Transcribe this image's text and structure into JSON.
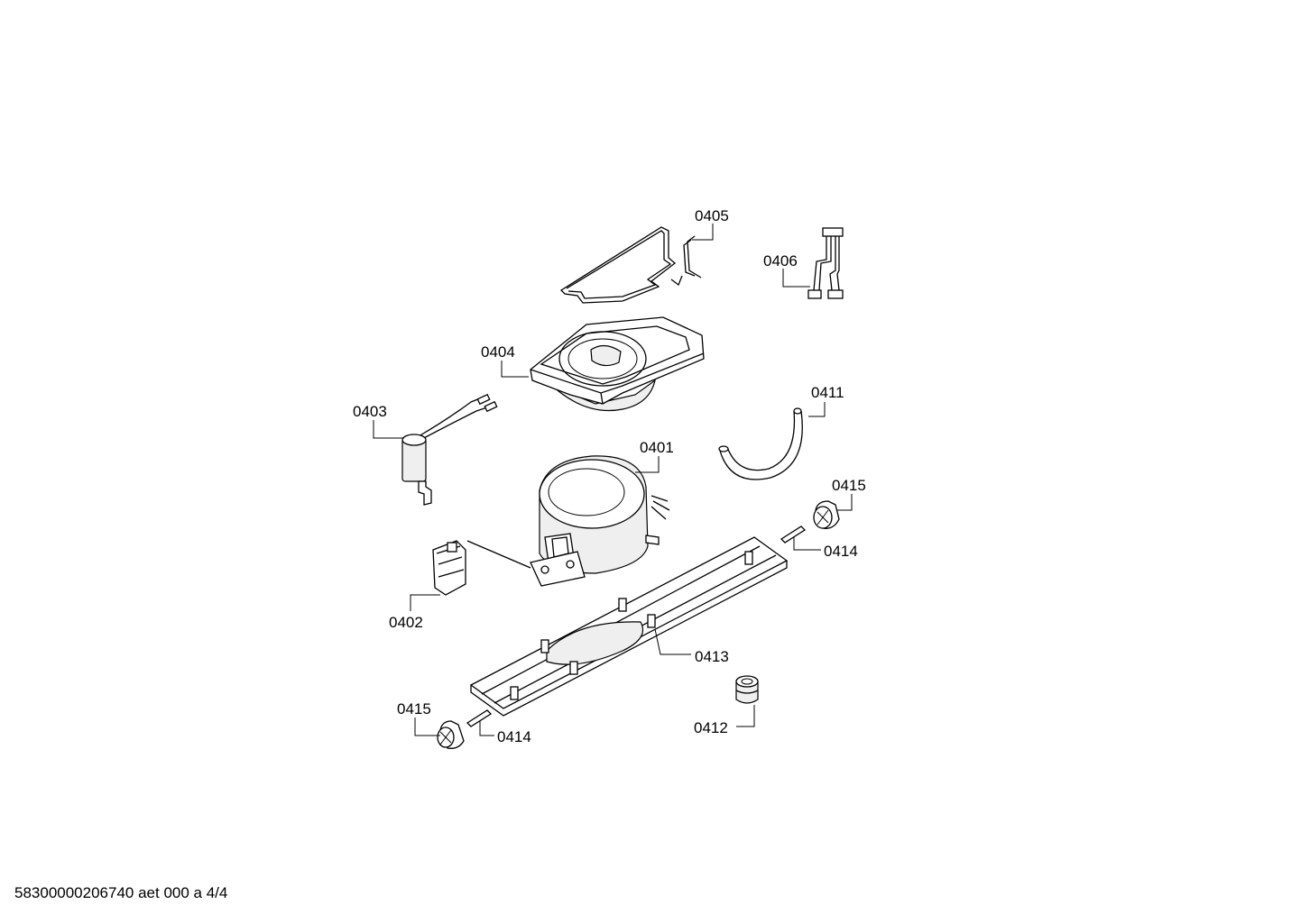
{
  "callouts": {
    "c0405": "0405",
    "c0406": "0406",
    "c0404": "0404",
    "c0403": "0403",
    "c0411": "0411",
    "c0401": "0401",
    "c0415a": "0415",
    "c0414a": "0414",
    "c0402": "0402",
    "c0413": "0413",
    "c0415b": "0415",
    "c0414b": "0414",
    "c0412": "0412"
  },
  "footer": {
    "document_id": "58300000206740 aet 000 a 4/4"
  }
}
